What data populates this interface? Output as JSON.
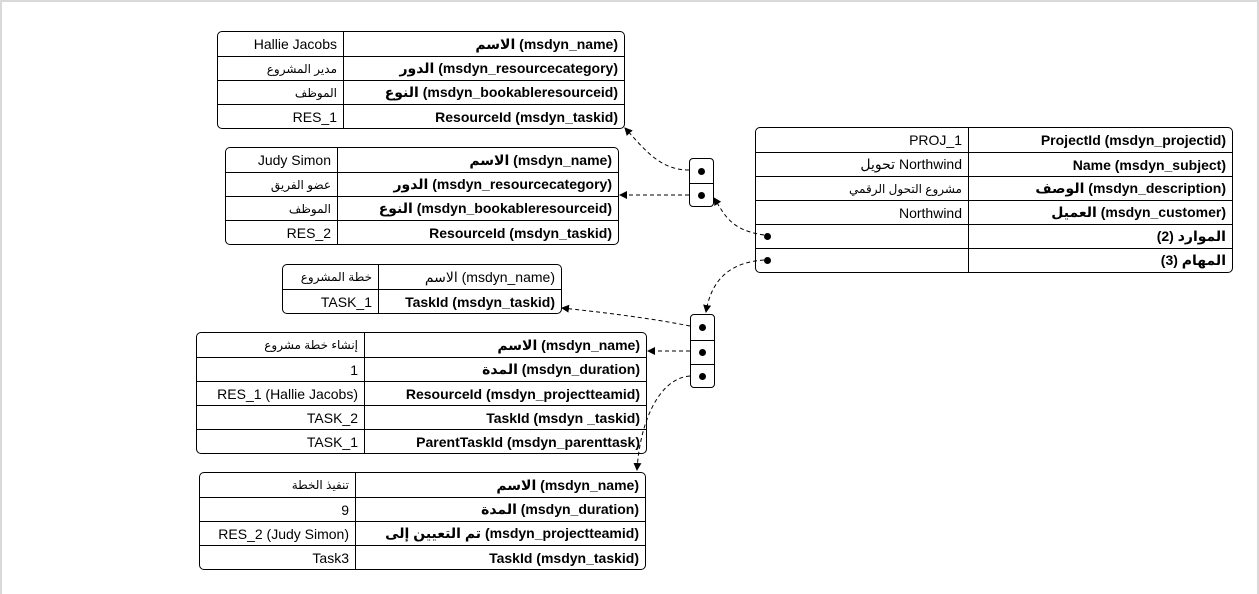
{
  "project": {
    "rows": [
      {
        "value": "PROJ_1",
        "key": "ProjectId (msdyn_projectid)"
      },
      {
        "value": "تحويل Northwind",
        "key": "Name (msdyn_subject)"
      },
      {
        "value": "مشروع التحول الرقمي",
        "key": "الوصف (msdyn_description)"
      },
      {
        "value": "Northwind",
        "key": "العميل (msdyn_customer)"
      }
    ],
    "resources_label": "الموارد (2)",
    "tasks_label": "المهام (3)"
  },
  "resource_1": {
    "rows": [
      {
        "value": "Hallie Jacobs",
        "key": "الاسم (msdyn_name)"
      },
      {
        "value": "مدير المشروع",
        "key": "الدور (msdyn_resourcecategory)"
      },
      {
        "value": "الموظف",
        "key": "النوع (msdyn_bookableresourceid)"
      },
      {
        "value": "RES_1",
        "key": "ResourceId (msdyn_taskid)"
      }
    ]
  },
  "resource_2": {
    "rows": [
      {
        "value": "Judy Simon",
        "key": "الاسم (msdyn_name)"
      },
      {
        "value": "عضو الفريق",
        "key": "الدور (msdyn_resourcecategory)"
      },
      {
        "value": "الموظف",
        "key": "النوع (msdyn_bookableresourceid)"
      },
      {
        "value": "RES_2",
        "key": "ResourceId (msdyn_taskid)"
      }
    ]
  },
  "task_1": {
    "rows": [
      {
        "value": "خطة المشروع",
        "key": "الاسم (msdyn_name)"
      },
      {
        "value": "TASK_1",
        "key": "TaskId (msdyn_taskid)"
      }
    ]
  },
  "task_2": {
    "rows": [
      {
        "value": "إنشاء خطة مشروع",
        "key": "الاسم (msdyn_name)"
      },
      {
        "value": "1",
        "key": "المدة (msdyn_duration)"
      },
      {
        "value": "RES_1 (Hallie Jacobs)",
        "key": "ResourceId (msdyn_projectteamid)"
      },
      {
        "value": "TASK_2",
        "key": "TaskId (msdyn _taskid)"
      },
      {
        "value": "TASK_1",
        "key": "ParentTaskId (msdyn_parenttask)"
      }
    ]
  },
  "task_3": {
    "rows": [
      {
        "value": "تنفيذ الخطة",
        "key": "الاسم (msdyn_name)"
      },
      {
        "value": "9",
        "key": "المدة (msdyn_duration)"
      },
      {
        "value": "RES_2 (Judy Simon)",
        "key": "تم التعيين إلى (msdyn_projectteamid)"
      },
      {
        "value": "Task3",
        "key": "TaskId (msdyn_taskid)"
      }
    ]
  }
}
